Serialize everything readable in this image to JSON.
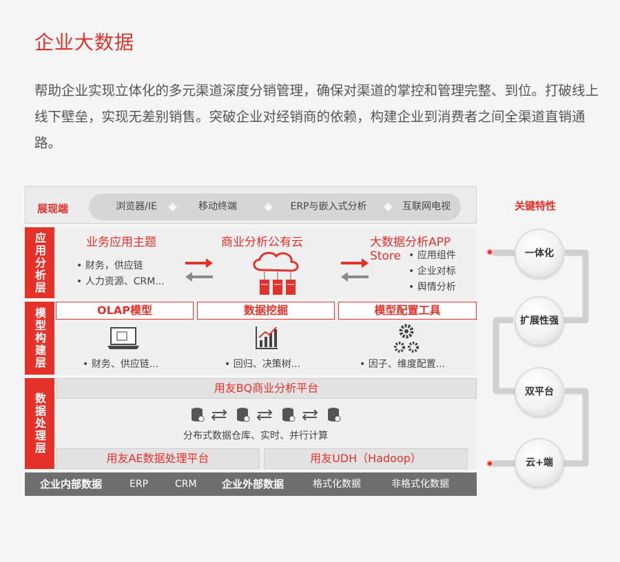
{
  "header": {
    "title": "企业大数据",
    "description": "帮助企业实现立体化的多元渠道深度分销管理，确保对渠道的掌控和管理完整、到位。打破线上线下壁垒，实现无差别销售。突破企业对经销商的依赖，构建企业到消费者之间全渠道直销通路。"
  },
  "display_layer": {
    "label": "展现端",
    "pills": [
      "浏览器/IE",
      "移动终端",
      "ERP与嵌入式分析",
      "互联网电视"
    ]
  },
  "app_layer": {
    "label": "应用分析层",
    "left": {
      "title": "业务应用主题",
      "items": [
        "• 财务，供应链",
        "• 人力资源、CRM..."
      ]
    },
    "center": {
      "title": "商业分析公有云"
    },
    "right": {
      "title": "大数据分析APP Store",
      "items": [
        "• 应用组件",
        "• 企业对标",
        "• 舆情分析"
      ]
    }
  },
  "model_layer": {
    "label": "模型构建层",
    "boxes": [
      "OLAP模型",
      "数据挖掘",
      "模型配置工具"
    ],
    "captions": [
      "• 财务、供应链...",
      "• 回归、决策树...",
      "• 因子、维度配置..."
    ]
  },
  "data_layer": {
    "label": "数据处理层",
    "platform": "用友BQ商业分析平台",
    "caption": "分布式数据仓库、实时、并行计算",
    "ae": "用友AE数据处理平台",
    "udh": "用友UDH（Hadoop）"
  },
  "bottom_bar": {
    "internal_label": "企业内部数据",
    "erp": "ERP",
    "crm": "CRM",
    "external_label": "企业外部数据",
    "formatted": "格式化数据",
    "unformatted": "非格式化数据"
  },
  "key_features": {
    "title": "关键特性",
    "items": [
      "一体化",
      "扩展性强",
      "双平台",
      "云+端"
    ]
  },
  "colors": {
    "accent": "#e4322b",
    "grey_bar": "#6e6e6e"
  }
}
